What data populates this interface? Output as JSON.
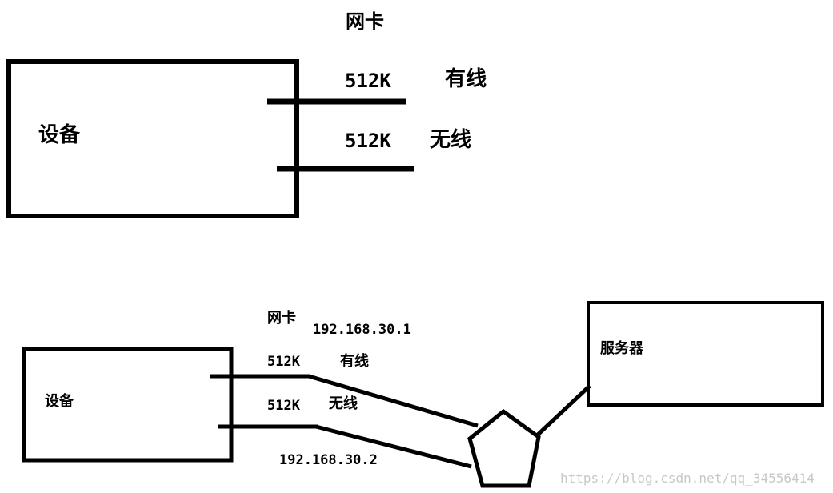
{
  "top": {
    "nic_label": "网卡",
    "device_label": "设备",
    "port_wired_speed": "512K",
    "port_wired_type": "有线",
    "port_wireless_speed": "512K",
    "port_wireless_type": "无线"
  },
  "bottom": {
    "nic_label": "网卡",
    "ip_wired": "192.168.30.1",
    "device_label": "设备",
    "port_wired_speed": "512K",
    "port_wired_type": "有线",
    "port_wireless_speed": "512K",
    "port_wireless_type": "无线",
    "ip_wireless": "192.168.30.2",
    "server_label": "服务器"
  },
  "watermark": "https://blog.csdn.net/qq_34556414",
  "colors": {
    "stroke": "#000000",
    "background": "#ffffff",
    "watermark": "#c8c8c8"
  }
}
